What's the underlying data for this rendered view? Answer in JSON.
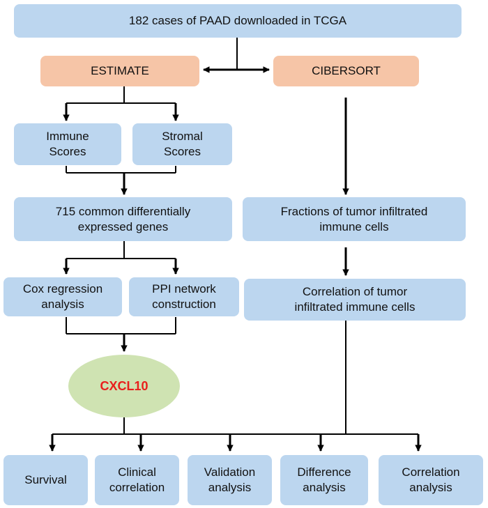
{
  "colors": {
    "box_fill": "#bcd6ef",
    "method_fill": "#f6c5a7",
    "target_fill": "#cfe3b2",
    "target_text": "#e8201d",
    "line": "#000000"
  },
  "nodes": {
    "source": "182 cases of PAAD downloaded in TCGA",
    "estimate": "ESTIMATE",
    "cibersort": "CIBERSORT",
    "immune_scores": "Immune\nScores",
    "stromal_scores": "Stromal\nScores",
    "common_genes": "715 common differentially\nexpressed genes",
    "fractions": "Fractions of tumor infiltrated\nimmune cells",
    "cox": "Cox regression\nanalysis",
    "ppi": "PPI network\nconstruction",
    "correlation_cells": "Correlation of tumor\ninfiltrated immune cells",
    "target": "CXCL10",
    "survival": "Survival",
    "clinical": "Clinical\ncorrelation",
    "validation": "Validation\nanalysis",
    "difference": "Difference\nanalysis",
    "correlation_analysis": "Correlation\nanalysis"
  }
}
